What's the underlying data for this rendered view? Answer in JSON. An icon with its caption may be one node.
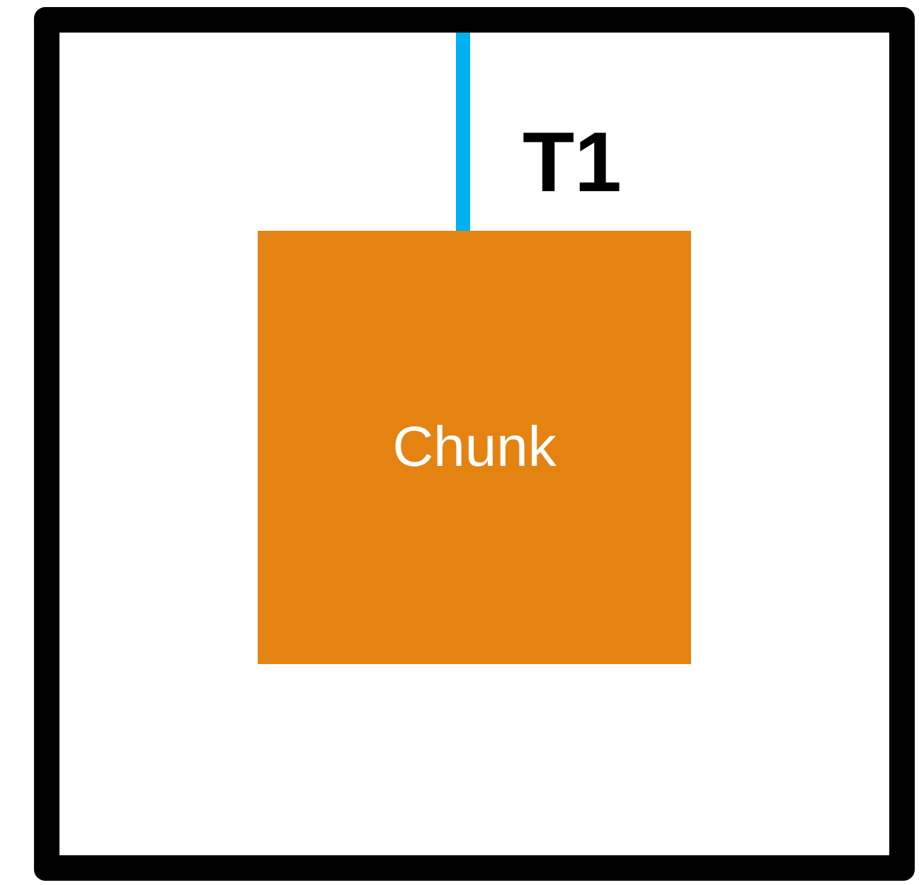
{
  "diagram": {
    "nodes": [
      {
        "text": [],
        "shape": "box"
      },
      {
        "text": [
          "Chunk"
        ],
        "in": 0
      }
    ],
    "edges": [
      {
        "from": 0,
        "to": 1,
        "arrow": "none",
        "label": "T1",
        "color": "#00b0f0"
      }
    ]
  }
}
